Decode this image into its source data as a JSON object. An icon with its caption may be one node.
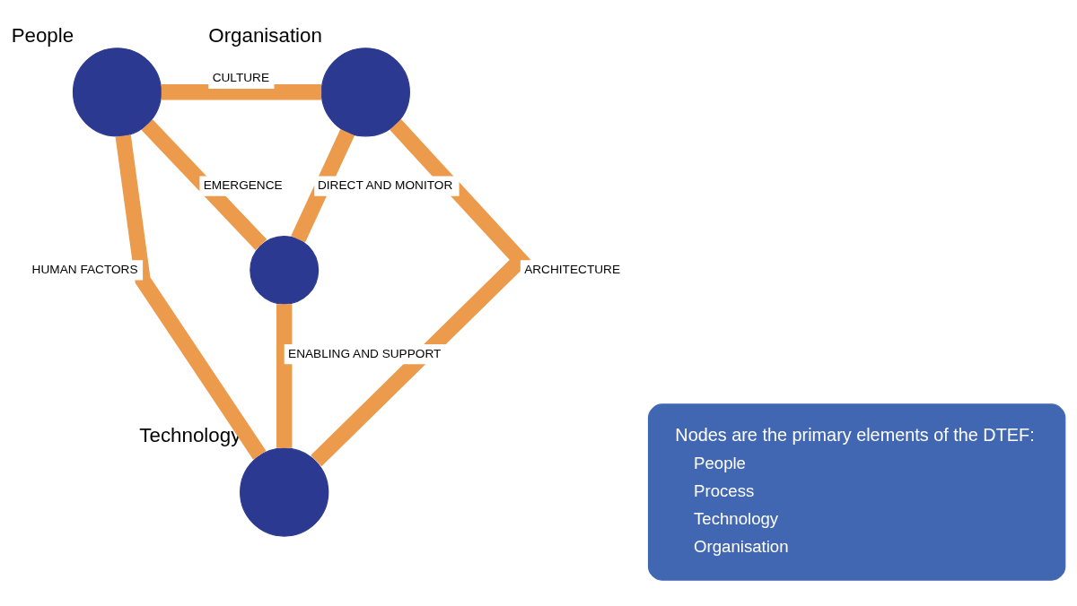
{
  "diagram": {
    "nodes": [
      {
        "text": [],
        "shape": "circle",
        "beside": [
          "Organisation"
        ]
      },
      {
        "text": [],
        "shape": "circle",
        "beside": [
          "People"
        ]
      },
      {
        "text": [],
        "shape": "circle"
      },
      {
        "text": [],
        "shape": "circle",
        "beside": [
          "Technology"
        ]
      },
      {
        "text": [
          "Nodes are the primary elements of the DTEF:",
          "People",
          "Process",
          "Technology",
          "Organisation"
        ]
      }
    ],
    "edges": [
      {
        "from": 1,
        "to": 0,
        "arrow": "none",
        "label": "CULTURE"
      },
      {
        "from": 1,
        "to": 2,
        "arrow": "none",
        "label": "EMERGENCE"
      },
      {
        "from": 2,
        "to": 0,
        "arrow": "none",
        "label": "DIRECT AND MONITOR"
      },
      {
        "from": 1,
        "to": 3,
        "arrow": "none",
        "label": "HUMAN FACTORS"
      },
      {
        "from": 2,
        "to": 3,
        "arrow": "none",
        "label": "ENABLING AND SUPPORT"
      },
      {
        "from": 0,
        "to": 3,
        "arrow": "none",
        "label": "ARCHITECTURE"
      }
    ]
  }
}
